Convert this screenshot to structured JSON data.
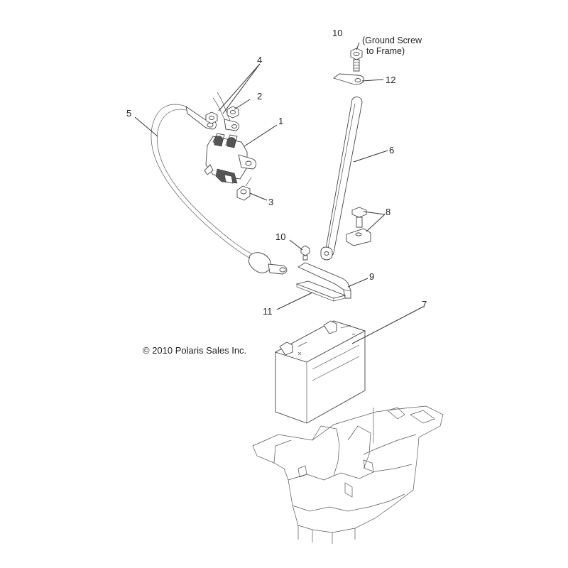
{
  "diagram": {
    "copyright": "© 2010 Polaris Sales Inc.",
    "ground_note_line1": "(Ground Screw",
    "ground_note_line2": "to Frame)",
    "callouts": [
      "1",
      "2",
      "3",
      "4",
      "5",
      "6",
      "7",
      "8",
      "9",
      "10",
      "10",
      "11",
      "12"
    ]
  }
}
